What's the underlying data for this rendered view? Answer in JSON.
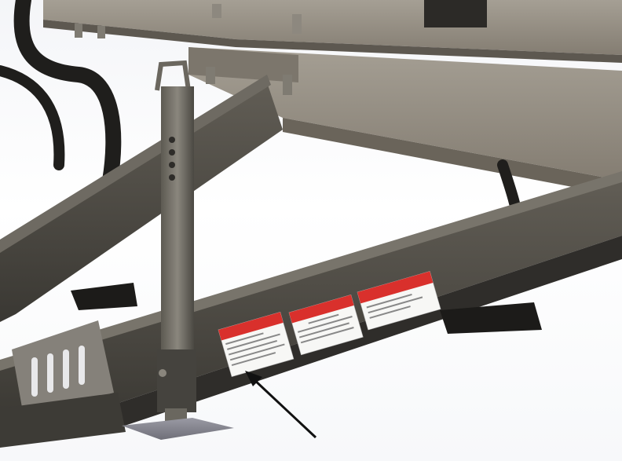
{
  "scene": {
    "labels": [
      {
        "id": "label-1",
        "heading": "",
        "lines": [
          "",
          "",
          "",
          ""
        ]
      },
      {
        "id": "label-2",
        "heading": "",
        "lines": [
          "",
          "",
          ""
        ]
      },
      {
        "id": "label-3",
        "heading": "",
        "lines": [
          "",
          ""
        ]
      }
    ],
    "colors": {
      "frame_dark": "#3a3833",
      "frame_mid": "#57544d",
      "frame_light": "#76726a",
      "deck_tan": "#8a8378",
      "deck_light": "#a59f94",
      "label_red": "#d9302c",
      "background": "#ffffff",
      "arrow": "#111111"
    }
  }
}
